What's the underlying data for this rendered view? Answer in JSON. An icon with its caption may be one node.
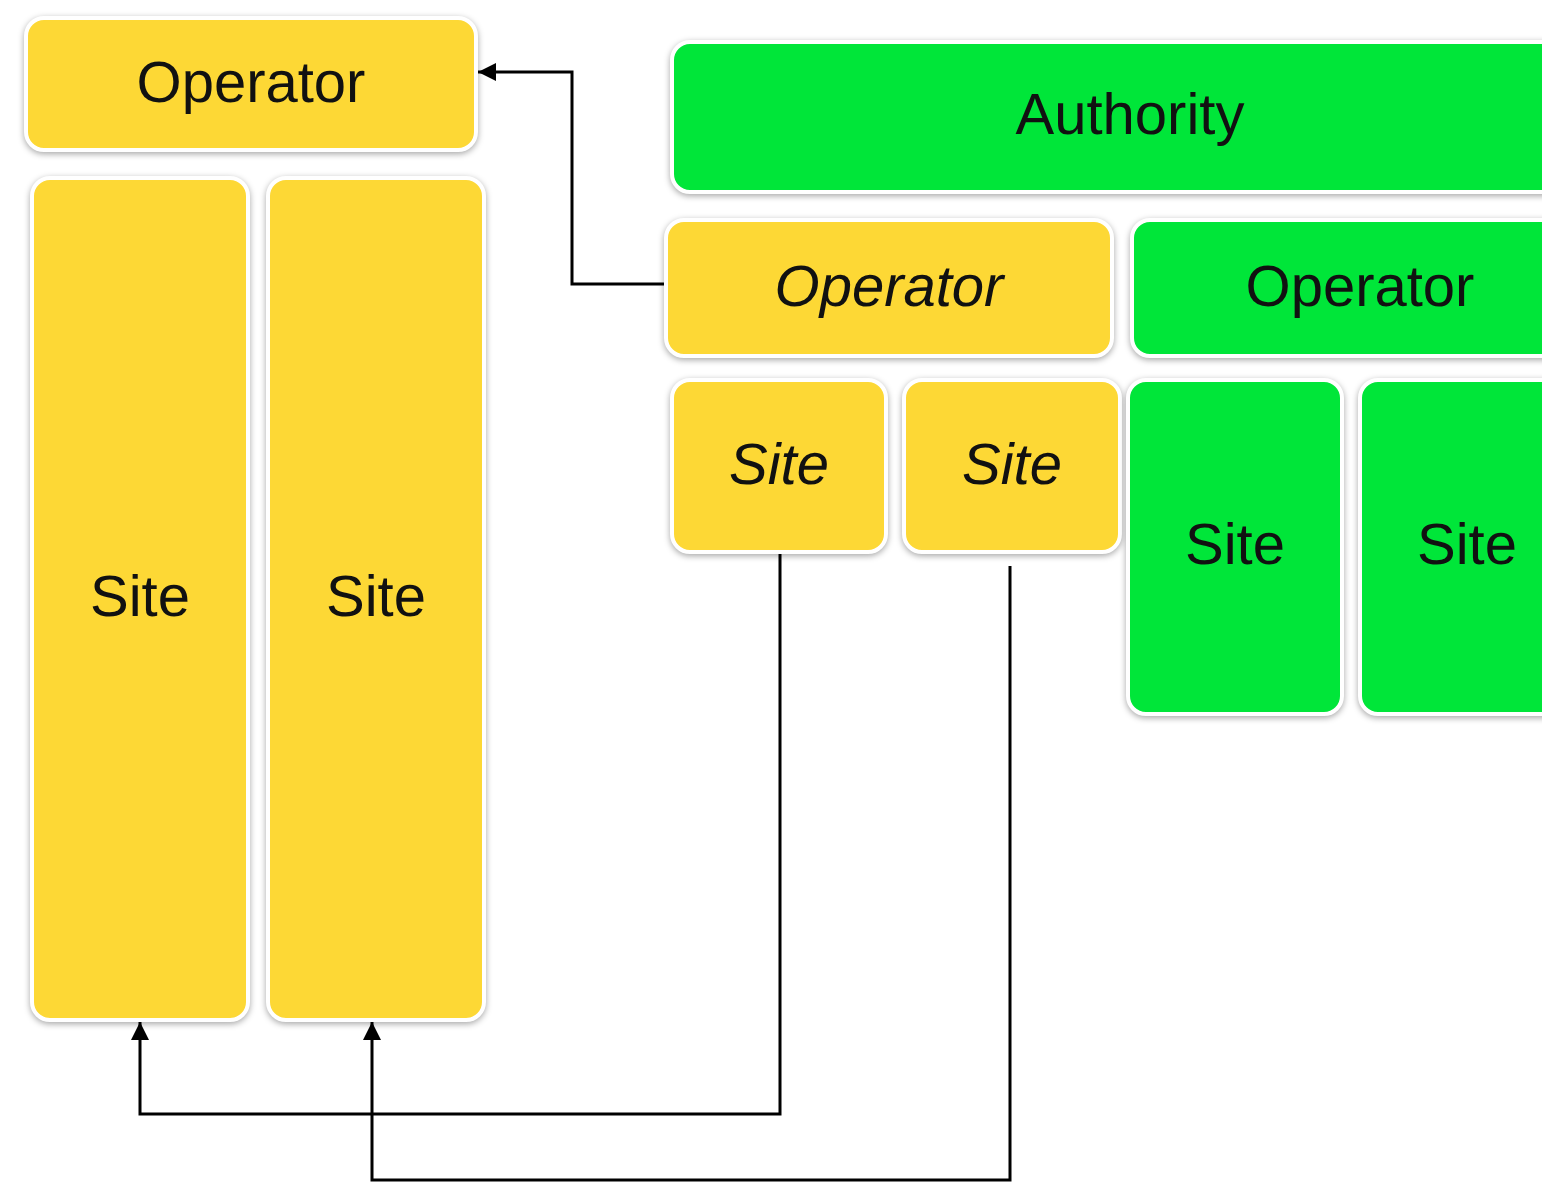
{
  "diagram": {
    "nodes": [
      {
        "text": [
          "Operator"
        ]
      },
      {
        "text": [
          "Site"
        ]
      },
      {
        "text": [
          "Site"
        ]
      },
      {
        "text": [
          "Authority"
        ]
      },
      {
        "text": [
          "Operator"
        ]
      },
      {
        "text": [
          "Operator"
        ]
      },
      {
        "text": [
          "Site"
        ]
      },
      {
        "text": [
          "Site"
        ]
      },
      {
        "text": [
          "Site"
        ]
      },
      {
        "text": [
          "Site"
        ]
      }
    ],
    "edges": [
      {
        "from": 4,
        "to": 0,
        "arrow": "to"
      },
      {
        "from": 6,
        "to": 1,
        "arrow": "to"
      },
      {
        "from": 7,
        "to": 2,
        "arrow": "to"
      }
    ]
  }
}
